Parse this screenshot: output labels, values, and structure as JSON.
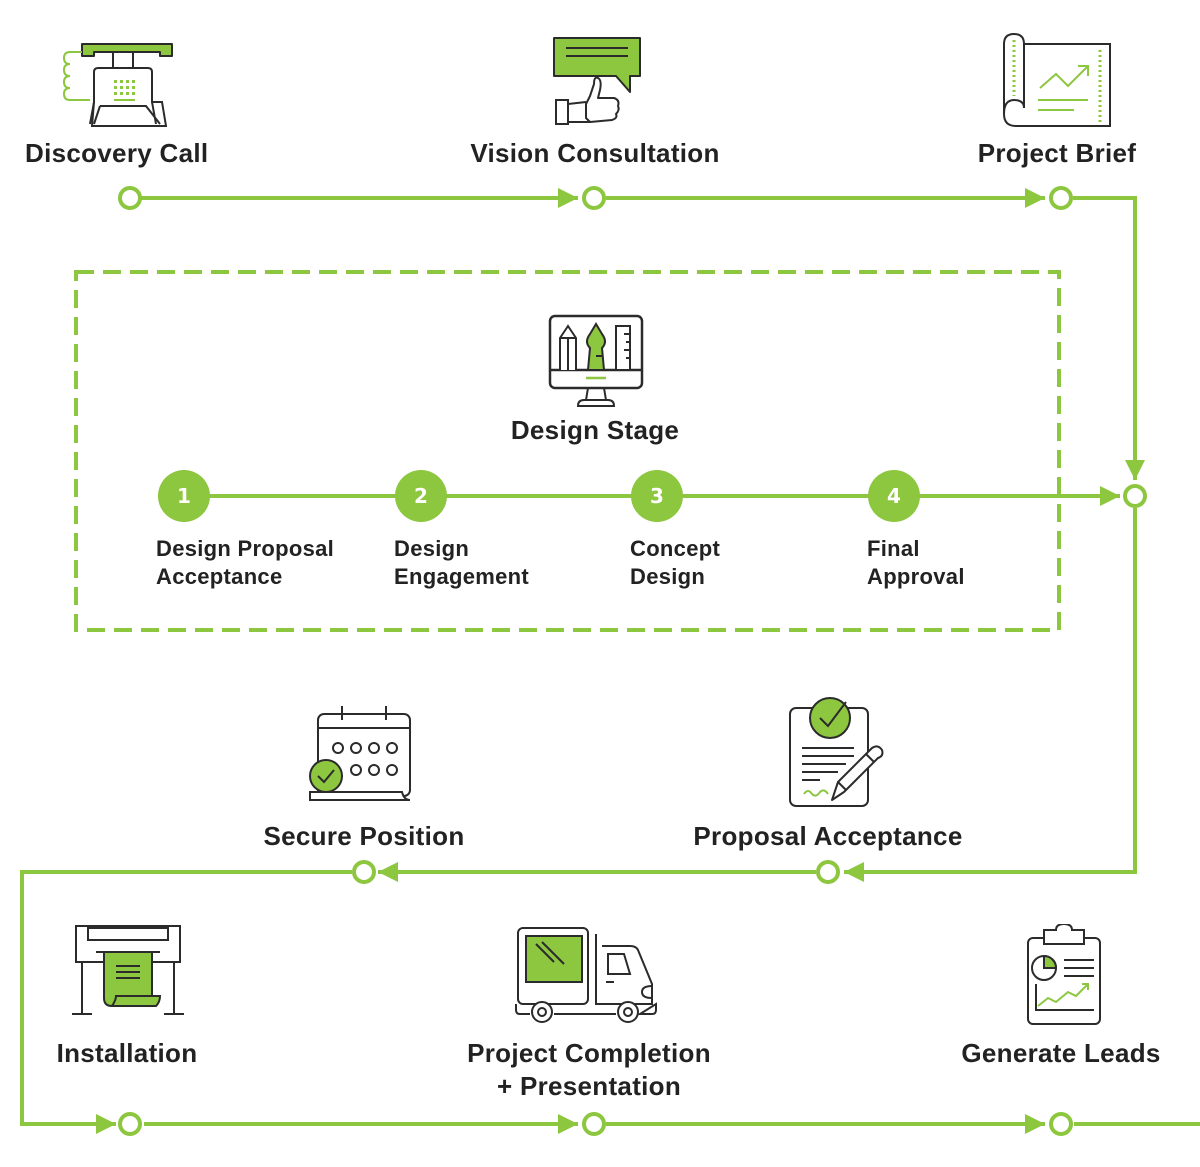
{
  "colors": {
    "accent": "#8DC63F",
    "text": "#222222",
    "icon_stroke": "#2b2b2b",
    "background": "#ffffff"
  },
  "steps": [
    {
      "id": "discovery-call",
      "label": "Discovery Call",
      "icon": "telephone-icon"
    },
    {
      "id": "vision-consultation",
      "label": "Vision Consultation",
      "icon": "thumbs-up-speech-bubble-icon"
    },
    {
      "id": "project-brief",
      "label": "Project Brief",
      "icon": "blueprint-scroll-chart-icon"
    },
    {
      "id": "proposal-acceptance",
      "label": "Proposal Acceptance",
      "icon": "signed-document-icon"
    },
    {
      "id": "secure-position",
      "label": "Secure Position",
      "icon": "calendar-check-icon"
    },
    {
      "id": "installation",
      "label": "Installation",
      "icon": "large-format-printer-icon"
    },
    {
      "id": "project-completion",
      "label_lines": [
        "Project Completion",
        "+ Presentation"
      ],
      "icon": "delivery-truck-icon"
    },
    {
      "id": "generate-leads",
      "label": "Generate Leads",
      "icon": "clipboard-report-icon"
    }
  ],
  "design_stage": {
    "title": "Design Stage",
    "icon": "monitor-design-tools-icon",
    "substeps": [
      {
        "number": "1",
        "lines": [
          "Design Proposal",
          "Acceptance"
        ]
      },
      {
        "number": "2",
        "lines": [
          "Design",
          "Engagement"
        ]
      },
      {
        "number": "3",
        "lines": [
          "Concept",
          "Design"
        ]
      },
      {
        "number": "4",
        "lines": [
          "Final",
          "Approval"
        ]
      }
    ]
  }
}
